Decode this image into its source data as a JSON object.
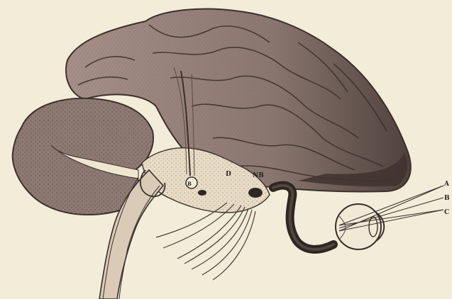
{
  "labels": {
    "b_small": "B",
    "d_label": "D",
    "nb_label": "NB",
    "a_ray": "A",
    "b_ray": "B",
    "c_ray": "C"
  },
  "colors": {
    "paper": "#f3ecd9",
    "ink": "#3a2f2a",
    "shade_dark": "#5a4a44",
    "shade_mid": "#8c7a72",
    "shade_light": "#c9b8ae"
  },
  "icons": {
    "cerebrum": "brain-hemisphere-icon",
    "cerebellum": "cerebellum-icon",
    "eye": "eyeball-icon"
  }
}
